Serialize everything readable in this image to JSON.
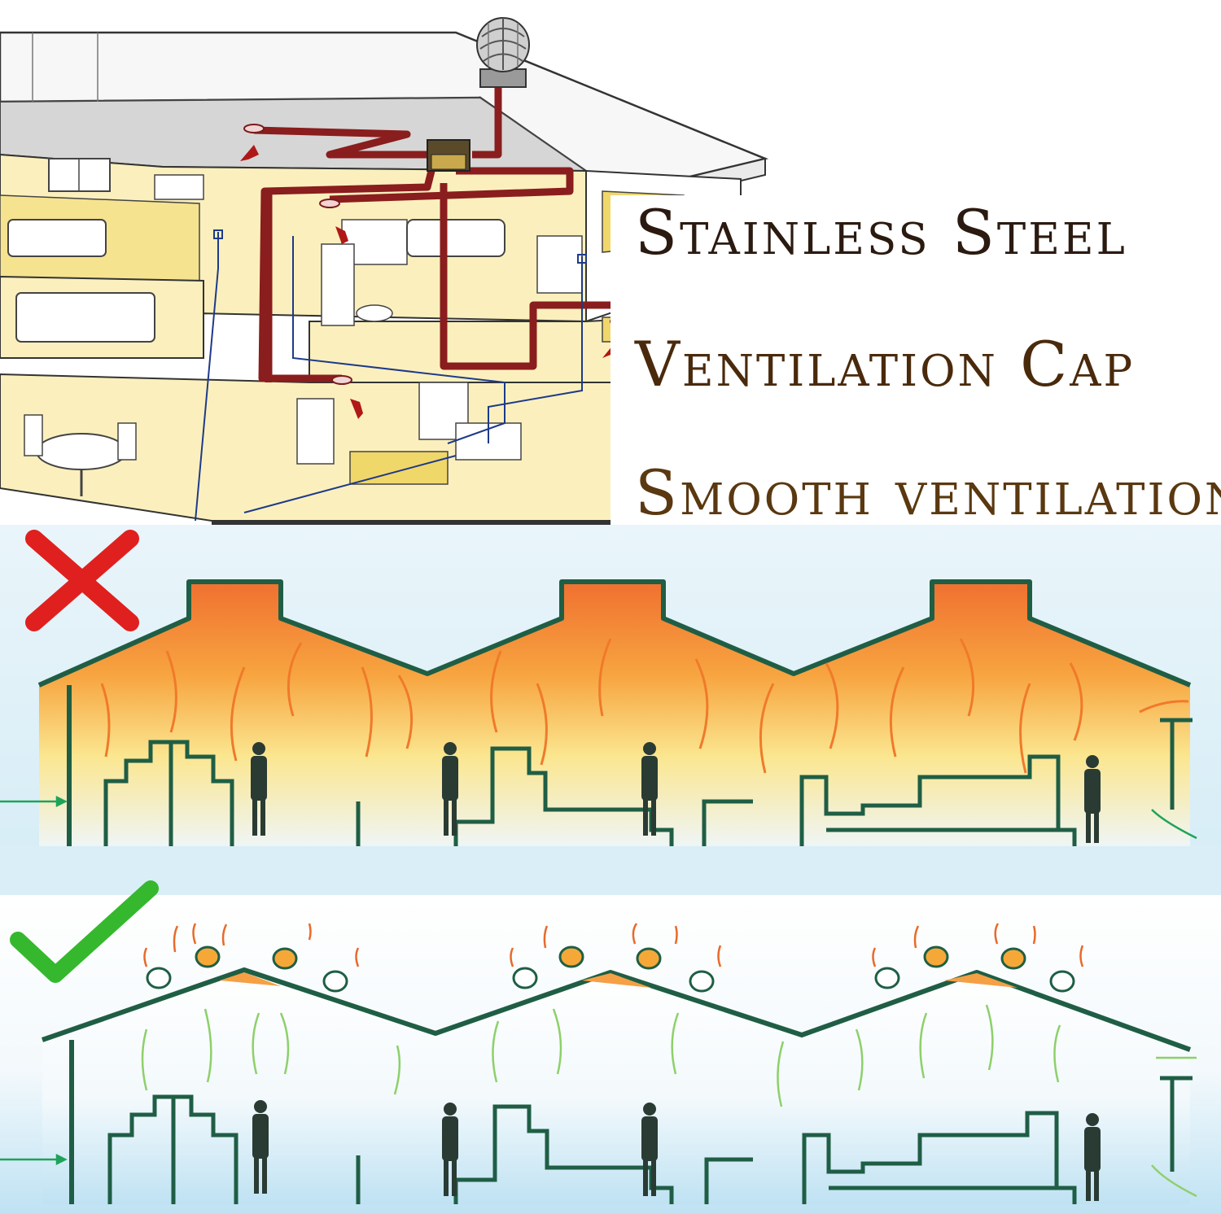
{
  "captions": {
    "line1": "Stainless Steel",
    "line2": "Ventilation Cap",
    "line3": "Smooth ventilation"
  },
  "colors": {
    "pipe_red": "#8a1d1d",
    "water_blue": "#1e3a8a",
    "interior_yellow": "#f7e79a",
    "outline_green": "#1f5e45",
    "hot_orange": "#f08a3a",
    "cool_blue": "#cfe8f4",
    "cross_red": "#e0201e",
    "check_green": "#35b82e",
    "caption_brown": "#4a2a0c"
  },
  "icons": {
    "bad": "cross-mark-icon",
    "good": "check-mark-icon",
    "turbine": "roof-turbine-vent-icon"
  }
}
